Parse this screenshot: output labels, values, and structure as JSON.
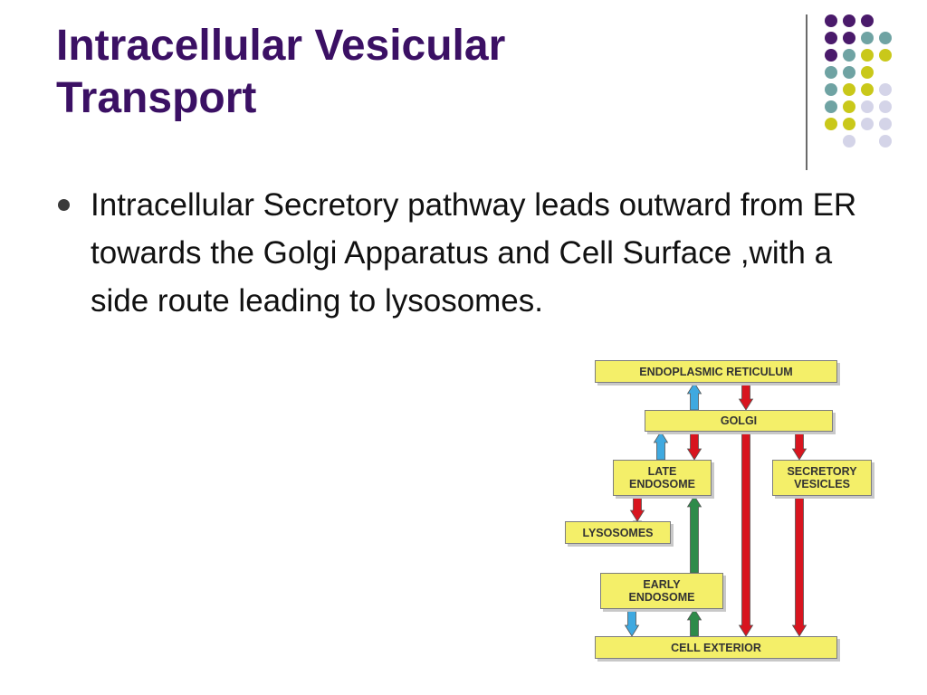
{
  "slide": {
    "title_line1": "Intracellular Vesicular",
    "title_line2": "Transport",
    "bullets": [
      "Intracellular Secretory pathway leads outward from ER  towards the Golgi Apparatus and Cell Surface ,with a side route leading to lysosomes."
    ]
  },
  "diagram": {
    "er": "ENDOPLASMIC RETICULUM",
    "golgi": "GOLGI",
    "late_endosome_1": "LATE",
    "late_endosome_2": "ENDOSOME",
    "secretory_1": "SECRETORY",
    "secretory_2": "VESICLES",
    "lysosomes": "LYSOSOMES",
    "early_endosome_1": "EARLY",
    "early_endosome_2": "ENDOSOME",
    "cell_exterior": "CELL EXTERIOR"
  },
  "colors": {
    "title": "#3b1064",
    "box_fill": "#f4ef69",
    "arrow_red": "#d8151f",
    "arrow_blue": "#3fa9e0",
    "arrow_green": "#2e8b4a",
    "dot_purple": "#4a1a6b",
    "dot_teal": "#6fa3a3",
    "dot_yellow": "#c9c81a",
    "dot_lavender": "#d4d4e8"
  }
}
